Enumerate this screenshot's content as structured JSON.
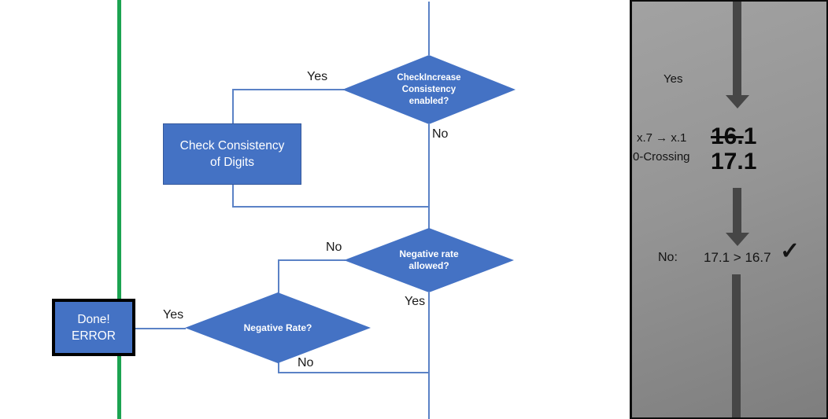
{
  "colors": {
    "shape_blue": "#4472c4",
    "green_line": "#1ca351",
    "connector_blue": "#5b82c6",
    "arrow_gray": "#464646",
    "panel_gray": "#959595"
  },
  "flowchart": {
    "diamond_check_increase": {
      "lines": [
        "CheckIncrease",
        "Consistency",
        "enabled?"
      ]
    },
    "box_check_consistency": {
      "label": "Check Consistency of Digits"
    },
    "diamond_negative_rate_allowed": {
      "lines": [
        "Negative rate",
        "allowed?"
      ]
    },
    "diamond_negative_rate": {
      "label": "Negative Rate?"
    },
    "box_done_error": {
      "lines": [
        "Done!",
        "ERROR"
      ]
    },
    "edge_labels": {
      "check_increase_yes": "Yes",
      "check_increase_no": "No",
      "rate_allowed_no": "No",
      "rate_allowed_yes": "Yes",
      "negative_rate_yes": "Yes",
      "negative_rate_no": "No"
    }
  },
  "panel": {
    "yes_label": "Yes",
    "rule_line1": "x.7 → x.1",
    "rule_line2": "0-Crossing",
    "old_value_struck": "16.",
    "old_value_rest": "1",
    "new_value": "17.1",
    "result_label": "No:",
    "result_comparison": "17.1 > 16.7",
    "checkmark": "✓"
  }
}
